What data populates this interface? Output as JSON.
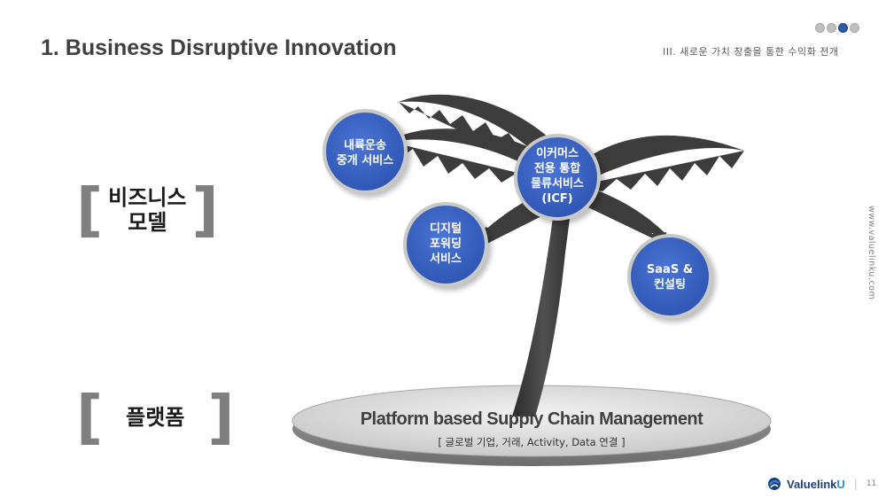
{
  "header": {
    "title": "1. Business Disruptive Innovation",
    "section": "III.  새로운 가치 창출을 통한 수익화 전개",
    "page_dots": [
      false,
      false,
      true,
      false
    ]
  },
  "side_url": "www.valuelinku.com",
  "labels": {
    "business_model": [
      "비즈니스",
      "모델"
    ],
    "platform": [
      "플랫폼"
    ]
  },
  "services": {
    "inland": [
      "내륙운송",
      "중개 서비스"
    ],
    "digital": [
      "디지털",
      "포워딩",
      "서비스"
    ],
    "icf": [
      "이커머스",
      "전용 통합",
      "물류서비스",
      "(ICF)"
    ],
    "saas": [
      "SaaS &",
      "컨설팅"
    ]
  },
  "platform": {
    "title": "Platform based Supply Chain Management",
    "subtitle": "[ 글로벌 기업, 거래, Activity, Data 연결 ]"
  },
  "footer": {
    "logo_main": "Valuelink",
    "logo_accent": "U",
    "page_number": "11"
  },
  "colors": {
    "circle_blue": "#3a63c4",
    "palm_dark": "#3d3d3d",
    "title_gray": "#404040"
  }
}
